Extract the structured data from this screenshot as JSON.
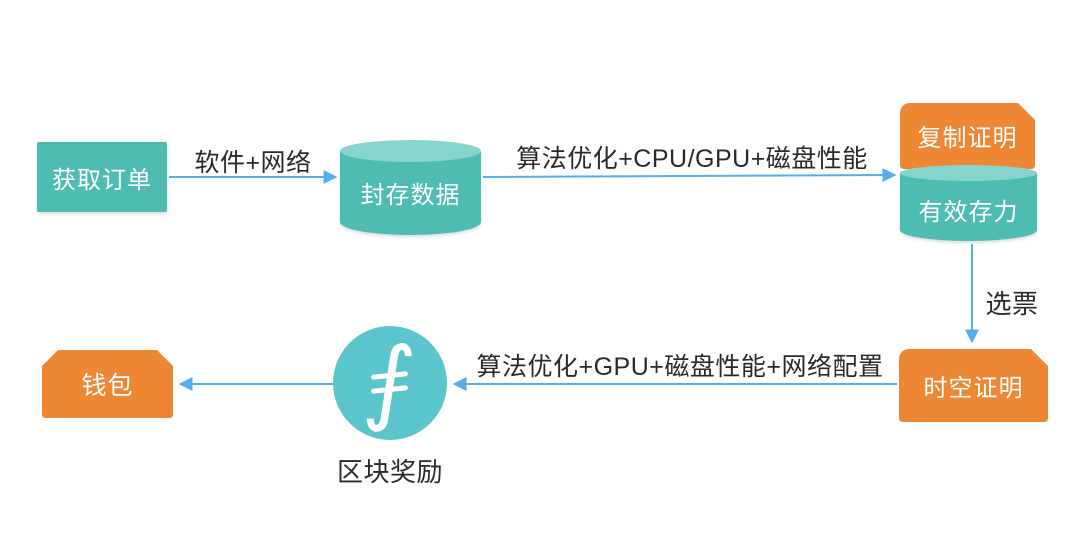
{
  "colors": {
    "teal": "#4FBCB1",
    "teal_light": "#85D5CD",
    "cyan_circle": "#5BC5CE",
    "orange": "#ED8733",
    "arrow_blue": "#54AEF0",
    "label_text": "#2A2A2A",
    "node_text": "#FFFFFF",
    "background": "#FFFFFF"
  },
  "nodes": {
    "get_orders": {
      "label": "获取订单",
      "shape": "rectangle",
      "color": "teal"
    },
    "sealed_data": {
      "label": "封存数据",
      "shape": "cylinder",
      "color": "teal"
    },
    "replication_proof": {
      "label": "复制证明",
      "shape": "notched-card",
      "color": "orange"
    },
    "effective_storage": {
      "label": "有效存力",
      "shape": "cylinder",
      "color": "teal"
    },
    "spacetime_proof": {
      "label": "时空证明",
      "shape": "notched-card",
      "color": "orange"
    },
    "wallet": {
      "label": "钱包",
      "shape": "beveled-tag",
      "color": "orange"
    },
    "block_reward": {
      "label": "区块奖励",
      "shape": "circle-caption"
    }
  },
  "icons": {
    "filecoin": {
      "name": "filecoin-icon",
      "glyph": "∫"
    }
  },
  "edges": {
    "software_network": {
      "from": "get_orders",
      "to": "sealed_data",
      "label": "软件+网络"
    },
    "algo_cpu_gpu_disk": {
      "from": "sealed_data",
      "to": "effective_storage",
      "label": "算法优化+CPU/GPU+磁盘性能"
    },
    "ticket": {
      "from": "effective_storage",
      "to": "spacetime_proof",
      "label": "选票"
    },
    "algo_gpu_disk_network": {
      "from": "spacetime_proof",
      "to": "block_reward",
      "label": "算法优化+GPU+磁盘性能+网络配置"
    },
    "reward_to_wallet": {
      "from": "block_reward",
      "to": "wallet",
      "label": ""
    }
  }
}
